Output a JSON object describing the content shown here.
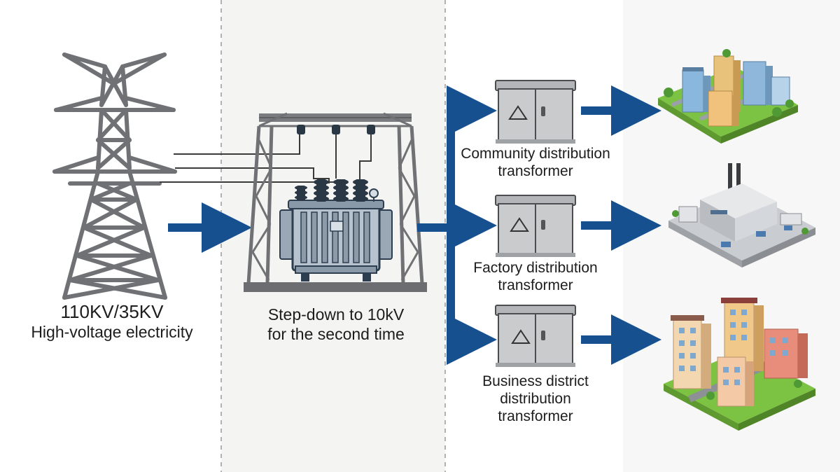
{
  "source": {
    "voltage": "110KV/35KV",
    "description": "High-voltage electricity"
  },
  "substation": {
    "line1": "Step-down to 10kV",
    "line2": "for the second time"
  },
  "distribution": [
    {
      "line1": "Community distribution",
      "line2": "transformer",
      "line3": ""
    },
    {
      "line1": "Factory distribution",
      "line2": "transformer",
      "line3": ""
    },
    {
      "line1": "Business district",
      "line2": "distribution",
      "line3": "transformer"
    }
  ],
  "colors": {
    "arrow": "#17508f",
    "steel": "#6f7174",
    "transformer_body": "#b6c2cd",
    "cabinet": "#c9cbcd",
    "grass": "#7cc243"
  }
}
